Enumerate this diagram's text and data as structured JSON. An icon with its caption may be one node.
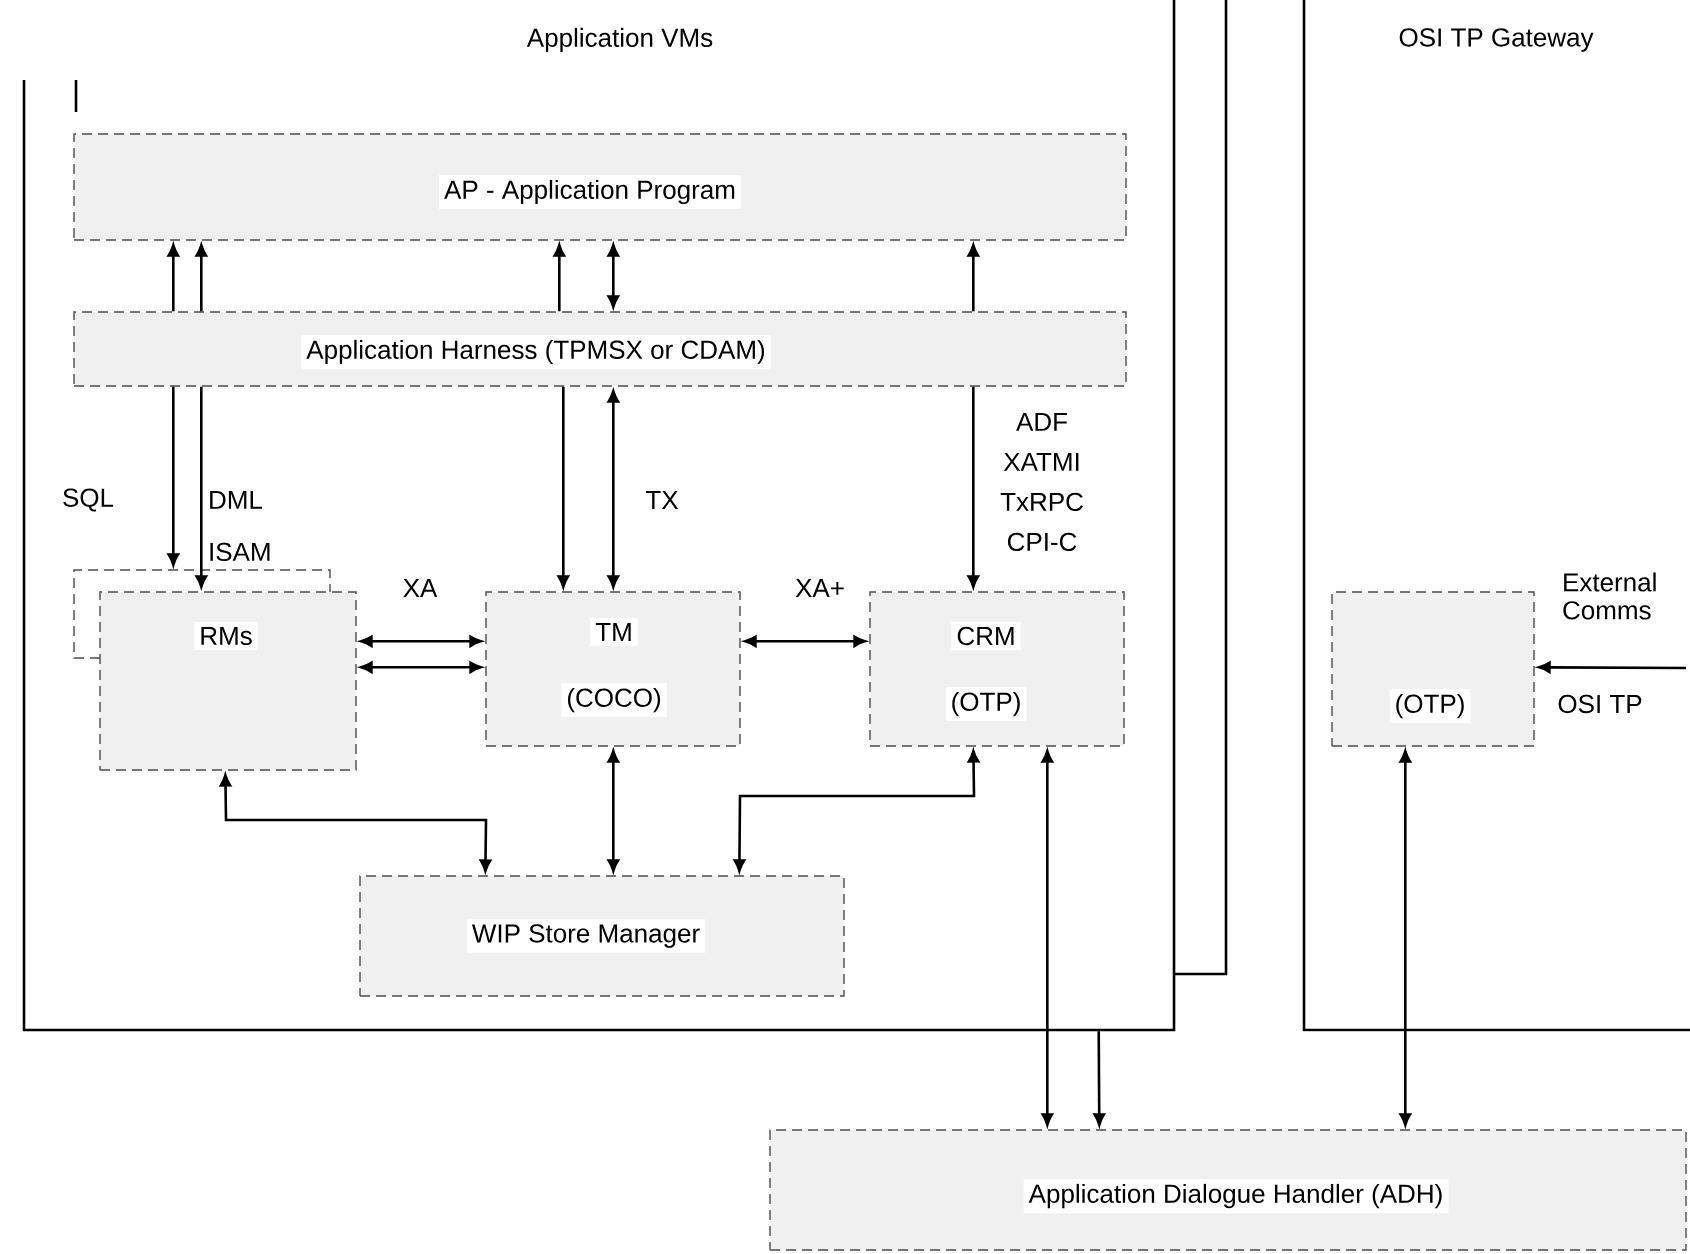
{
  "diagram": {
    "nodes": [
      {
        "text": [
          "Application VMs"
        ]
      },
      {
        "text": [
          "OSI TP Gateway"
        ]
      },
      {
        "text": [
          "AP - Application Program"
        ],
        "in": 0
      },
      {
        "text": [
          "Application Harness (TPMSX or CDAM)"
        ],
        "in": 0
      },
      {
        "text": [
          "RMs"
        ],
        "in": 0
      },
      {
        "text": [
          "TM",
          "(COCO)"
        ],
        "in": 0
      },
      {
        "text": [
          "CRM",
          "(OTP)"
        ],
        "in": 0
      },
      {
        "text": [
          "WIP Store Manager"
        ],
        "in": 0
      },
      {
        "text": [
          "(OTP)"
        ],
        "in": 1
      },
      {
        "text": [
          "Application Dialogue Handler (ADH)"
        ]
      }
    ],
    "edges": [
      {
        "from": 3,
        "to": 2,
        "arrow": "to"
      },
      {
        "from": 3,
        "to": 2,
        "arrow": "to"
      },
      {
        "from": 3,
        "to": 2,
        "arrow": "to"
      },
      {
        "from": 3,
        "to": 2,
        "arrow": "both"
      },
      {
        "from": 3,
        "to": 2,
        "arrow": "to"
      },
      {
        "from": 3,
        "to": 4,
        "arrow": "to",
        "label": "SQL"
      },
      {
        "from": 3,
        "to": 4,
        "arrow": "to",
        "label": "DML ISAM"
      },
      {
        "from": 3,
        "to": 5,
        "arrow": "to"
      },
      {
        "from": 3,
        "to": 5,
        "arrow": "both",
        "label": "TX"
      },
      {
        "from": 3,
        "to": 6,
        "arrow": "to",
        "label": "ADF XATMI TxRPC CPI-C"
      },
      {
        "from": 4,
        "to": 5,
        "arrow": "both",
        "label": "XA"
      },
      {
        "from": 4,
        "to": 5,
        "arrow": "both"
      },
      {
        "from": 5,
        "to": 6,
        "arrow": "both",
        "label": "XA+"
      },
      {
        "from": 4,
        "to": 7,
        "arrow": "both"
      },
      {
        "from": 5,
        "to": 7,
        "arrow": "both"
      },
      {
        "from": 6,
        "to": 7,
        "arrow": "both"
      },
      {
        "from": 6,
        "to": 9,
        "arrow": "both"
      },
      {
        "from": 0,
        "to": 9,
        "arrow": "to"
      },
      {
        "from": 8,
        "to": 9,
        "arrow": "both"
      },
      {
        "from": null,
        "to": 8,
        "arrow": "to",
        "label": "External Comms"
      }
    ],
    "labels": [
      "OSI TP"
    ]
  }
}
